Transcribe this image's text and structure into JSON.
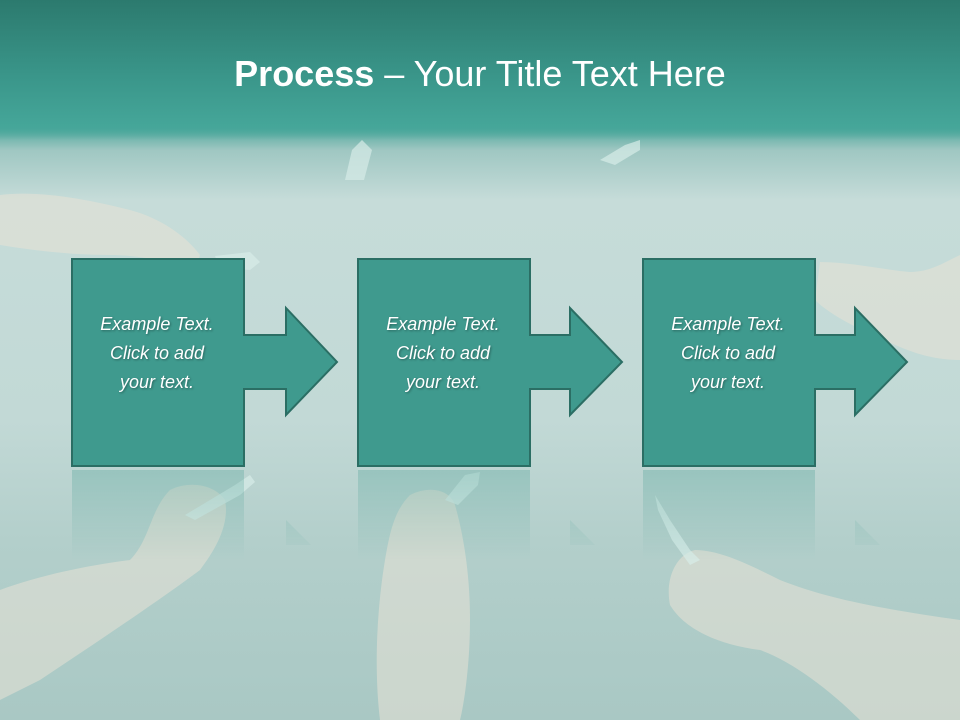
{
  "title": {
    "bold_part": "Process",
    "rest_part": " – Your Title Text Here"
  },
  "steps": [
    {
      "line1": "Example Text.",
      "line2": "Click  to add",
      "line3": "your text."
    },
    {
      "line1": "Example Text.",
      "line2": "Click  to add",
      "line3": "your text."
    },
    {
      "line1": "Example Text.",
      "line2": "Click  to add",
      "line3": "your text."
    }
  ],
  "colors": {
    "shape_fill": "#3f9a8e",
    "shape_stroke": "#2b6e64",
    "title_band": "#3a968a"
  }
}
